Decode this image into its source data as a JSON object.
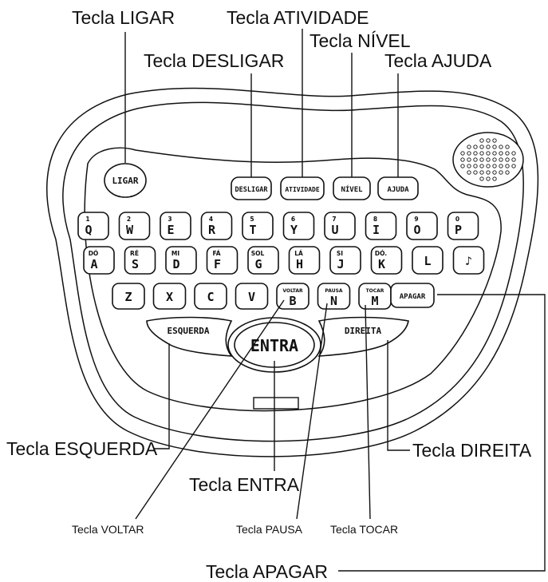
{
  "callouts": {
    "ligar": "Tecla LIGAR",
    "atividade": "Tecla ATIVIDADE",
    "nivel": "Tecla NÍVEL",
    "desligar": "Tecla DESLIGAR",
    "ajuda": "Tecla AJUDA",
    "esquerda": "Tecla ESQUERDA",
    "direita": "Tecla DIREITA",
    "entra": "Tecla ENTRA",
    "voltar": "Tecla VOLTAR",
    "pausa": "Tecla PAUSA",
    "tocar": "Tecla TOCAR",
    "apagar": "Tecla APAGAR"
  },
  "device": {
    "ligar": "LIGAR",
    "desligar": "DESLIGAR",
    "atividade": "ATIVIDADE",
    "nivel": "NÍVEL",
    "ajuda": "AJUDA",
    "row1": [
      {
        "sub": "1",
        "main": "Q"
      },
      {
        "sub": "2",
        "main": "W"
      },
      {
        "sub": "3",
        "main": "E"
      },
      {
        "sub": "4",
        "main": "R"
      },
      {
        "sub": "5",
        "main": "T"
      },
      {
        "sub": "6",
        "main": "Y"
      },
      {
        "sub": "7",
        "main": "U"
      },
      {
        "sub": "8",
        "main": "I"
      },
      {
        "sub": "9",
        "main": "O"
      },
      {
        "sub": "0",
        "main": "P"
      }
    ],
    "row2": [
      {
        "sub": "DÓ",
        "main": "A"
      },
      {
        "sub": "RÉ",
        "main": "S"
      },
      {
        "sub": "MI",
        "main": "D"
      },
      {
        "sub": "FÁ",
        "main": "F"
      },
      {
        "sub": "SOL",
        "main": "G"
      },
      {
        "sub": "LÁ",
        "main": "H"
      },
      {
        "sub": "SI",
        "main": "J"
      },
      {
        "sub": "DÓ.",
        "main": "K"
      },
      {
        "sub": "",
        "main": "L"
      },
      {
        "sub": "",
        "main": "♪"
      }
    ],
    "row3": [
      {
        "sub": "",
        "main": "Z"
      },
      {
        "sub": "",
        "main": "X"
      },
      {
        "sub": "",
        "main": "C"
      },
      {
        "sub": "",
        "main": "V"
      },
      {
        "sub": "VOLTAR",
        "main": "B"
      },
      {
        "sub": "PAUSA",
        "main": "N"
      },
      {
        "sub": "TOCAR",
        "main": "M"
      }
    ],
    "apagar": "APAGAR",
    "esquerda": "ESQUERDA",
    "entra": "ENTRA",
    "direita": "DIREITA"
  }
}
